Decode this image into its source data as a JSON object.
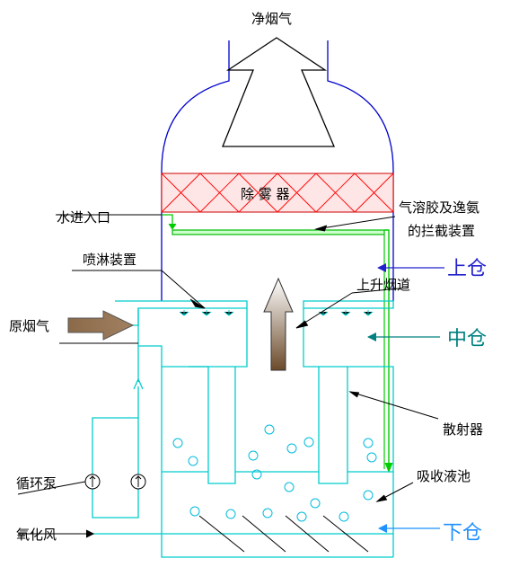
{
  "labels": {
    "clean_gas": "净烟气",
    "demister": "除 雾 器",
    "water_inlet": "水进入口",
    "aerosol_line1": "气溶胶及逸氨",
    "aerosol_line2": "的拦截装置",
    "spray_device": "喷淋装置",
    "upper_chamber": "上仓",
    "rising_flue": "上升烟道",
    "raw_gas": "原烟气",
    "middle_chamber": "中仓",
    "diffuser": "散射器",
    "circulation_pump": "循环泵",
    "absorption_pool": "吸收液池",
    "oxidation_air": "氧化风",
    "lower_chamber": "下仓"
  },
  "colors": {
    "vessel": "#0000cc",
    "internals": "#00cccc",
    "demister_fill": "#ffe6e6",
    "demister_hatch": "#ff0000",
    "green_pipe": "#00cc00",
    "arrow_brown": "#8b6a4a",
    "upper_label": "#2222cc",
    "middle_label": "#008080",
    "lower_label": "#1e90ff"
  }
}
